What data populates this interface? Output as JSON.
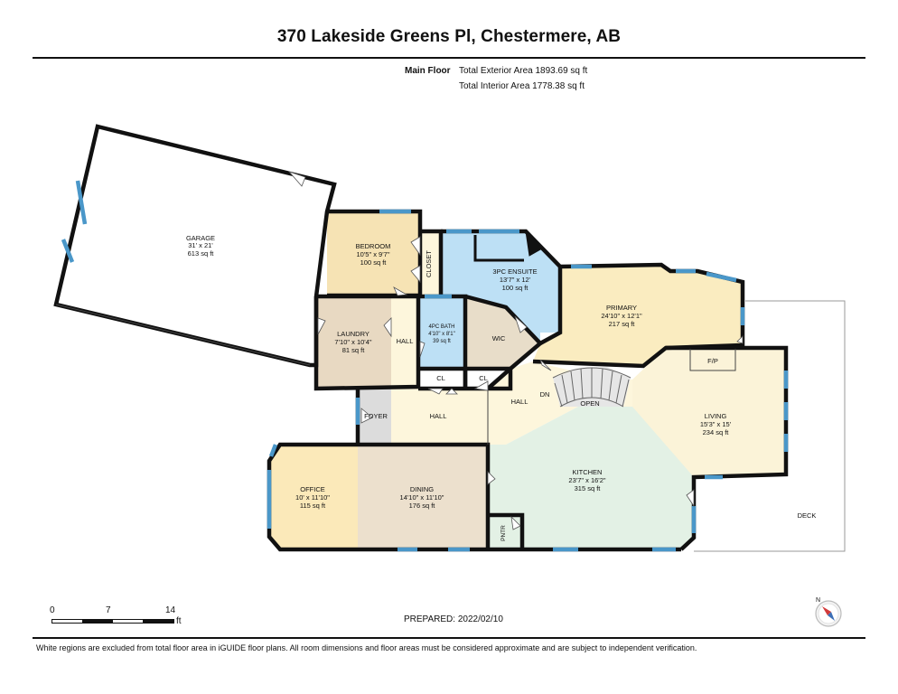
{
  "title": "370 Lakeside Greens Pl, Chestermere, AB",
  "floor_label": "Main Floor",
  "total_exterior_area": "Total Exterior Area 1893.69 sq ft",
  "total_interior_area": "Total Interior Area 1778.38 sq ft",
  "rooms": {
    "garage": {
      "name": "GARAGE",
      "dims": "31' x 21'",
      "area": "613 sq ft"
    },
    "bedroom": {
      "name": "BEDROOM",
      "dims": "10'5\" x 9'7\"",
      "area": "100 sq ft"
    },
    "closet": {
      "name": "CLOSET"
    },
    "ensuite": {
      "name": "3PC ENSUITE",
      "dims": "13'7\" x 12'",
      "area": "100 sq ft"
    },
    "primary": {
      "name": "PRIMARY",
      "dims": "24'10\" x 12'1\"",
      "area": "217 sq ft"
    },
    "laundry": {
      "name": "LAUNDRY",
      "dims": "7'10\" x 10'4\"",
      "area": "81 sq ft"
    },
    "hall_a": {
      "name": "HALL"
    },
    "bath4": {
      "name": "4PC BATH",
      "dims": "4'10\" x 8'1\"",
      "area": "39 sq ft"
    },
    "wic": {
      "name": "WIC"
    },
    "cl_a": {
      "name": "CL"
    },
    "cl_b": {
      "name": "CL"
    },
    "hall_b": {
      "name": "HALL"
    },
    "hall_c": {
      "name": "HALL"
    },
    "dn": {
      "name": "DN"
    },
    "open": {
      "name": "OPEN"
    },
    "fp": {
      "name": "F/P"
    },
    "living": {
      "name": "LIVING",
      "dims": "15'3\" x 15'",
      "area": "234 sq ft"
    },
    "foyer": {
      "name": "FOYER"
    },
    "office": {
      "name": "OFFICE",
      "dims": "10' x 11'10\"",
      "area": "115 sq ft"
    },
    "dining": {
      "name": "DINING",
      "dims": "14'10\" x 11'10\"",
      "area": "176 sq ft"
    },
    "kitchen": {
      "name": "KITCHEN",
      "dims": "23'7\" x 16'2\"",
      "area": "315 sq ft"
    },
    "pntr": {
      "name": "PNTR"
    },
    "deck": {
      "name": "DECK"
    }
  },
  "scale": {
    "labels": [
      "0",
      "7",
      "14"
    ],
    "unit": "ft"
  },
  "compass_letter": "N",
  "prepared": "PREPARED:  2022/02/10",
  "footer": "White regions are excluded from total floor area in iGUIDE floor plans. All room dimensions and floor areas must be considered approximate and are subject to independent verification.",
  "colors": {
    "bedroom": "#f6e3b4",
    "bath": "#bde0f5",
    "primary": "#faecc0",
    "laundry": "#e8d9c2",
    "wic": "#e8ddc9",
    "hall": "#fdf6dc",
    "foyer": "#dcdcdc",
    "office": "#fbe9b9",
    "dining": "#ece0cd",
    "kitchen": "#e3f1e5",
    "living": "#fbf3d8",
    "window": "#4a97c9",
    "wall": "#111111"
  }
}
